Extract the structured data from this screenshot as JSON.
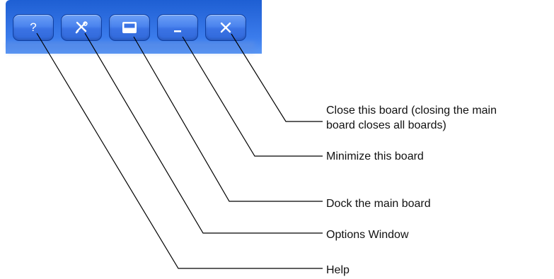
{
  "toolbar": {
    "buttons": [
      {
        "id": "help",
        "icon": "question-mark-icon",
        "glyph": "?"
      },
      {
        "id": "options",
        "icon": "tools-icon"
      },
      {
        "id": "dock",
        "icon": "dock-icon"
      },
      {
        "id": "minimize",
        "icon": "minimize-icon"
      },
      {
        "id": "close",
        "icon": "close-icon"
      }
    ]
  },
  "callouts": {
    "close_line1": "Close this board (closing the main",
    "close_line2": "board closes all boards)",
    "minimize": "Minimize this board",
    "dock": "Dock the main board",
    "options": "Options Window",
    "help": "Help"
  },
  "colors": {
    "toolbar_blue": "#2f6fe1",
    "button_blue": "#4a83ee",
    "text": "#111111",
    "leader_line": "#000000"
  }
}
